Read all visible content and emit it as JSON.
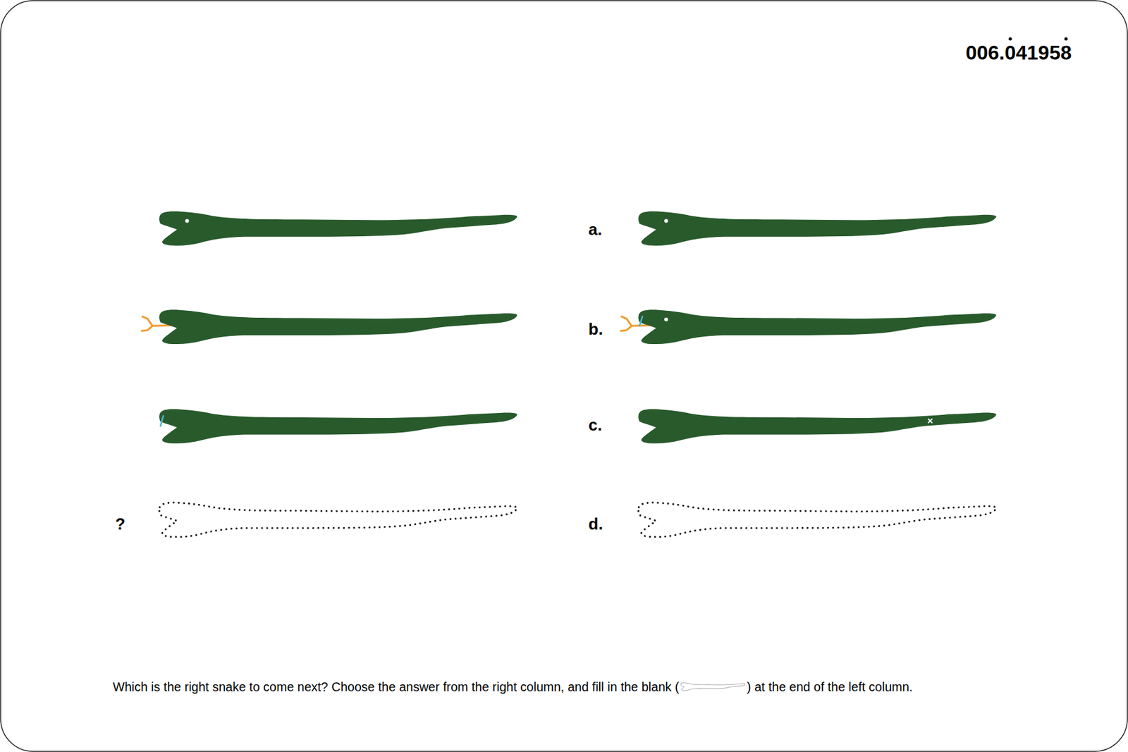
{
  "diagram": {
    "title": "006.041958",
    "labels": [
      "a.",
      "b.",
      "c.",
      "?",
      "d.",
      "Which is the right snake to come next? Choose the answer from the right column, and fill in the blank (",
      ") at the end of the left column."
    ]
  }
}
